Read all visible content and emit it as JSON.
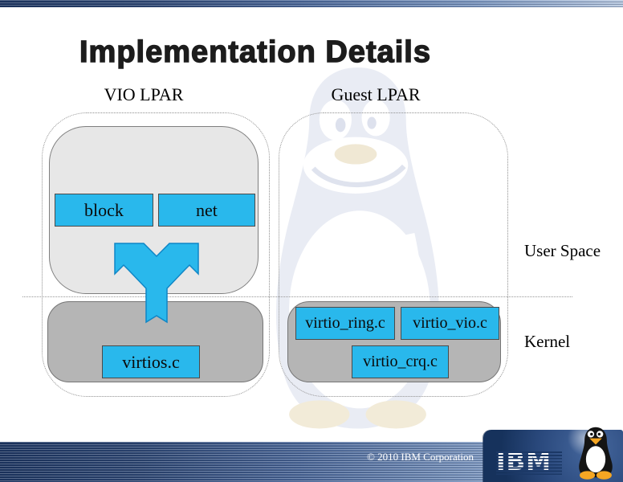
{
  "slide": {
    "title": "Implementation Details",
    "labels": {
      "vio_lpar": "VIO LPAR",
      "guest_lpar": "Guest LPAR",
      "user_space": "User Space",
      "kernel": "Kernel"
    },
    "vio_lpar": {
      "user_space_modules": [
        "block",
        "net"
      ],
      "kernel_modules": [
        "virtios.c"
      ]
    },
    "guest_lpar": {
      "kernel_modules": [
        "virtio_ring.c",
        "virtio_vio.c",
        "virtio_crq.c"
      ]
    },
    "footer": {
      "copyright": "© 2010 IBM Corporation",
      "ibm_logo": "IBM"
    },
    "colors": {
      "module_blue": "#29b8ec",
      "user_space_gray": "#e7e7e7",
      "kernel_gray": "#b5b5b5",
      "footer_navy": "#16325c",
      "footer_bar_dark": "#1d3560",
      "footer_bar_light": "#b7c8e0"
    }
  }
}
